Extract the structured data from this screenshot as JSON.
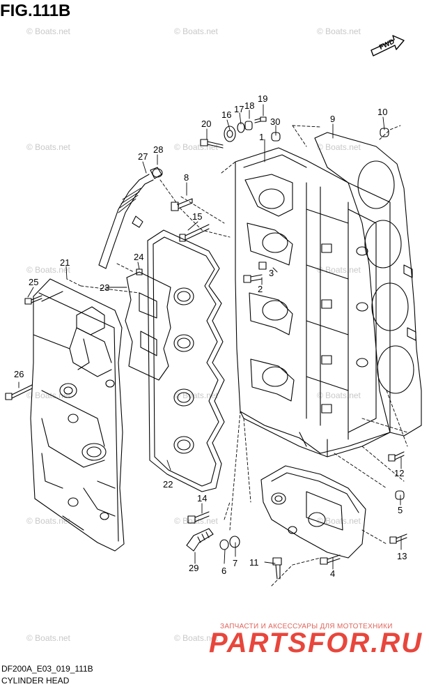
{
  "figure": {
    "title": "FIG.111B",
    "code": "DF200A_E03_019_111B",
    "name": "CYLINDER HEAD"
  },
  "watermark": "© Boats.net",
  "direction_tag": "FWD",
  "shop": {
    "caption": "ЗАПЧАСТИ И АКСЕССУАРЫ ДЛЯ МОТОТЕХНИКИ",
    "logo": "PARTSFOR.RU"
  },
  "callouts": {
    "c1": "1",
    "c2": "2",
    "c3": "3",
    "c4": "4",
    "c5": "5",
    "c6": "6",
    "c7": "7",
    "c8": "8",
    "c9": "9",
    "c10": "10",
    "c11": "11",
    "c12": "12",
    "c13": "13",
    "c14": "14",
    "c15": "15",
    "c16": "16",
    "c17": "17",
    "c18": "18",
    "c19": "19",
    "c20": "20",
    "c21": "21",
    "c22": "22",
    "c23": "23",
    "c24": "24",
    "c25": "25",
    "c26": "26",
    "c27": "27",
    "c28": "28",
    "c29": "29",
    "c30": "30"
  },
  "colors": {
    "line": "#000000",
    "watermark": "#c8c8c8",
    "shop_red": "#e8463c"
  }
}
